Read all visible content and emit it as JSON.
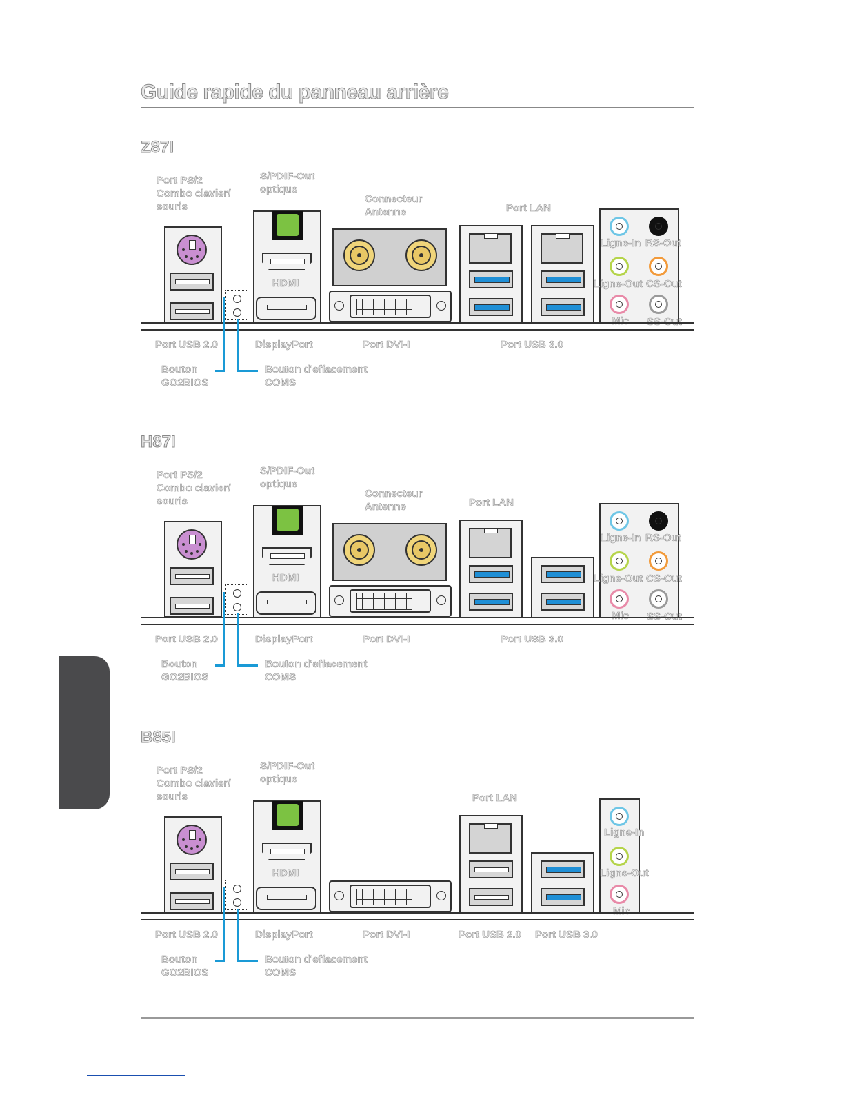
{
  "page": {
    "title": "Guide rapide du panneau arrière"
  },
  "labels": {
    "ps2": "Port PS/2\nCombo clavier/\nsouris",
    "spdif": "S/PDIF-Out\noptique",
    "antenna": "Connecteur\nAntenne",
    "lan": "Port LAN",
    "hdmi": "HDMI",
    "usb20": "Port USB 2.0",
    "displayport": "DisplayPort",
    "dvi": "Port DVI-I",
    "usb30": "Port USB 3.0",
    "go2bios": "Bouton\nGO2BIOS",
    "cmos": "Bouton d'effacement\nCOMS",
    "line_in": "Ligne-In",
    "rs_out": "RS-Out",
    "line_out": "Ligne-Out",
    "cs_out": "CS-Out",
    "mic": "Mic",
    "ss_out": "SS-Out"
  },
  "models": [
    {
      "name": "Z87I"
    },
    {
      "name": "H87I"
    },
    {
      "name": "B85I"
    }
  ],
  "colors": {
    "usb3_blue": "#1f8fd6",
    "leader_blue": "#1a9ad6",
    "spdif_green": "#7cc242",
    "ps2_purple": "#c98fd1",
    "antenna_gold": "#f0d57a",
    "line_in_blue": "#6ec6e6",
    "rs_out_black": "#111111",
    "line_out_lime": "#b5d44a",
    "cs_out_orange": "#f29a3a",
    "mic_pink": "#e88aa8",
    "ss_out_gray": "#9a9a9a",
    "side_tab": "#4a4a4c"
  },
  "icons": [
    "ps2-port-icon",
    "usb2-port-icon",
    "usb3-port-icon",
    "spdif-port-icon",
    "hdmi-port-icon",
    "displayport-icon",
    "antenna-connector-icon",
    "dvi-port-icon",
    "lan-port-icon",
    "audio-jack-icon",
    "cmos-button-icon"
  ]
}
